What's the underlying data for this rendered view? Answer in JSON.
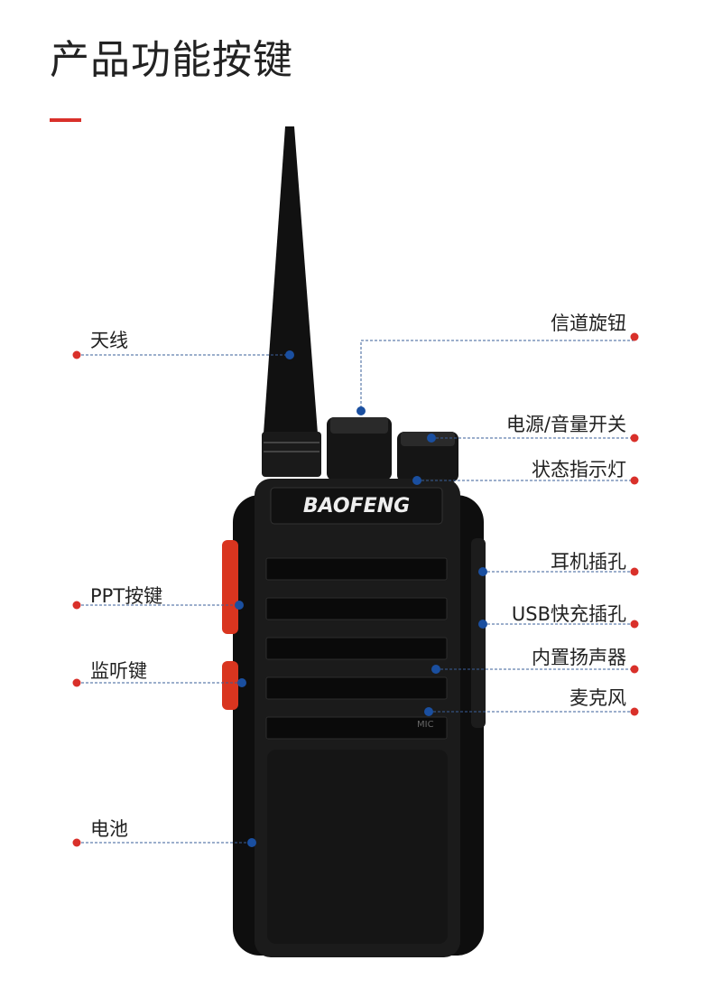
{
  "title": "产品功能按键",
  "brand": "BAOFENG",
  "mic_marking": "MIC",
  "colors": {
    "accent": "#d9302a",
    "pointer": "#1a4fa0",
    "line": "#3a5f9a"
  },
  "callouts_left": [
    {
      "label": "天线"
    },
    {
      "label": "PPT按键"
    },
    {
      "label": "监听键"
    },
    {
      "label": "电池"
    }
  ],
  "callouts_right": [
    {
      "label": "信道旋钮"
    },
    {
      "label": "电源/音量开关"
    },
    {
      "label": "状态指示灯"
    },
    {
      "label": "耳机插孔"
    },
    {
      "label": "USB快充插孔"
    },
    {
      "label": "内置扬声器"
    },
    {
      "label": "麦克风"
    }
  ]
}
